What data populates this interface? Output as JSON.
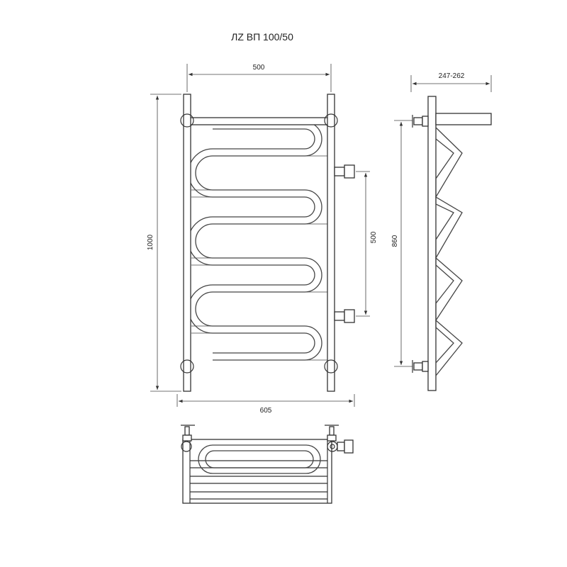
{
  "title": "ЛZ ВП 100/50",
  "dimensions": {
    "width_rails": "500",
    "overall_width": "605",
    "height": "1000",
    "connection_spacing": "500",
    "mount_spacing": "860",
    "wall_distance": "247-262"
  },
  "colors": {
    "line": "#333333",
    "background": "#ffffff"
  }
}
